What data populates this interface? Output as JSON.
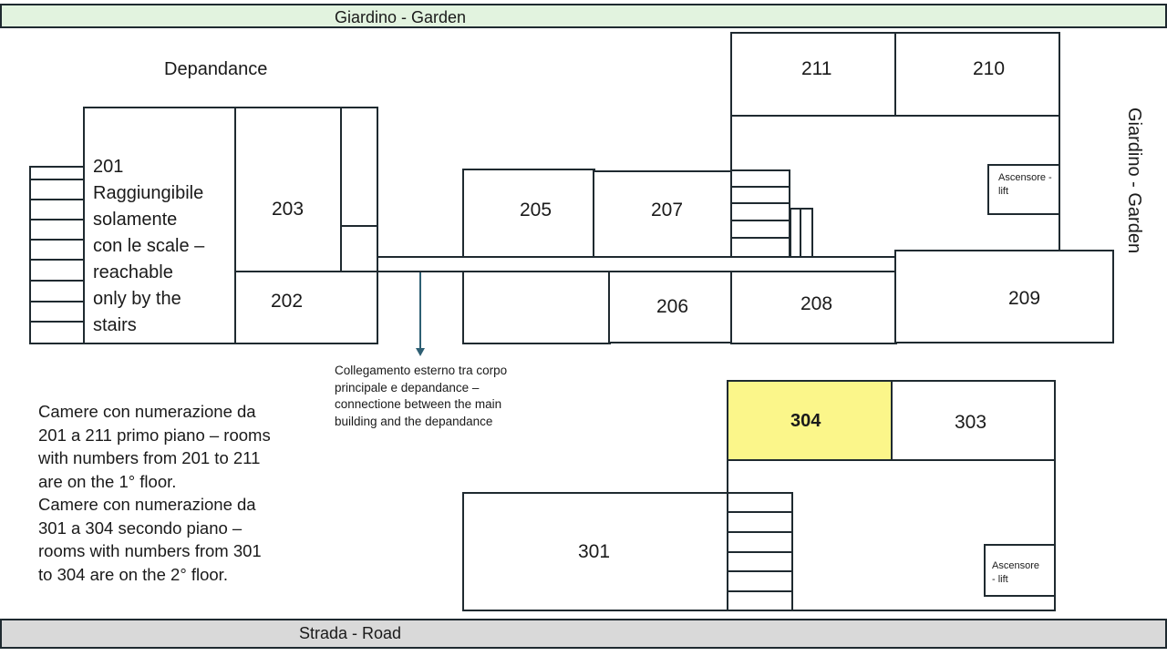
{
  "banners": {
    "top": "Giardino - Garden",
    "bottom": "Strada - Road",
    "right": "Giardino - Garden"
  },
  "dependance_title": "Depandance",
  "room_201_text": [
    "201",
    "Raggiungibile",
    "solamente",
    "con le scale –",
    "reachable",
    "only by the",
    "stairs"
  ],
  "rooms": {
    "r202": "202",
    "r203": "203",
    "r205": "205",
    "r206": "206",
    "r207": "207",
    "r208": "208",
    "r209": "209",
    "r210": "210",
    "r211": "211",
    "r301": "301",
    "r303": "303",
    "r304": "304"
  },
  "lift_upper": [
    "Ascensore -",
    "lift"
  ],
  "lift_lower": [
    "Ascensore",
    "- lift"
  ],
  "connection_note": [
    "Collegamento esterno tra corpo",
    "principale e depandance –",
    "connectione between the main",
    "building and the depandance"
  ],
  "floor_note": [
    "Camere con numerazione da",
    "201 a 211 primo piano – rooms",
    "with numbers from 201 to 211",
    "are on the 1° floor.",
    "Camere con numerazione da",
    "301 a 304 secondo piano –",
    "rooms with numbers from 301",
    "to 304 are on the 2° floor."
  ],
  "colors": {
    "garden_band": "#e2f3df",
    "road_band": "#d9d9d9",
    "highlight_room": "#fbf68a",
    "arrow": "#2e5f73"
  }
}
